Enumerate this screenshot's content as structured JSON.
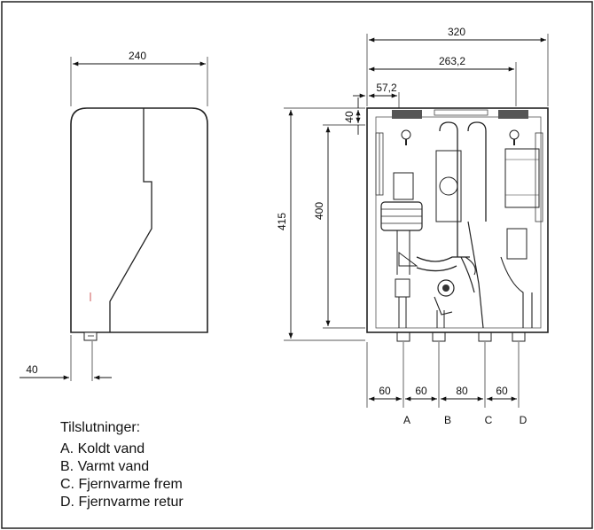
{
  "dimensions": {
    "side_width": "240",
    "side_offset": "40",
    "total_width": "320",
    "inner_width": "263,2",
    "bracket_offset": "57,2",
    "top_offset": "40",
    "total_height": "415",
    "inner_height": "400",
    "spacing": [
      "60",
      "60",
      "80",
      "60"
    ]
  },
  "connection_labels": [
    "A",
    "B",
    "C",
    "D"
  ],
  "legend": {
    "title": "Tilslutninger:",
    "items": [
      "A. Koldt vand",
      "B. Varmt vand",
      "C. Fjernvarme frem",
      "D. Fjernvarme retur"
    ]
  }
}
